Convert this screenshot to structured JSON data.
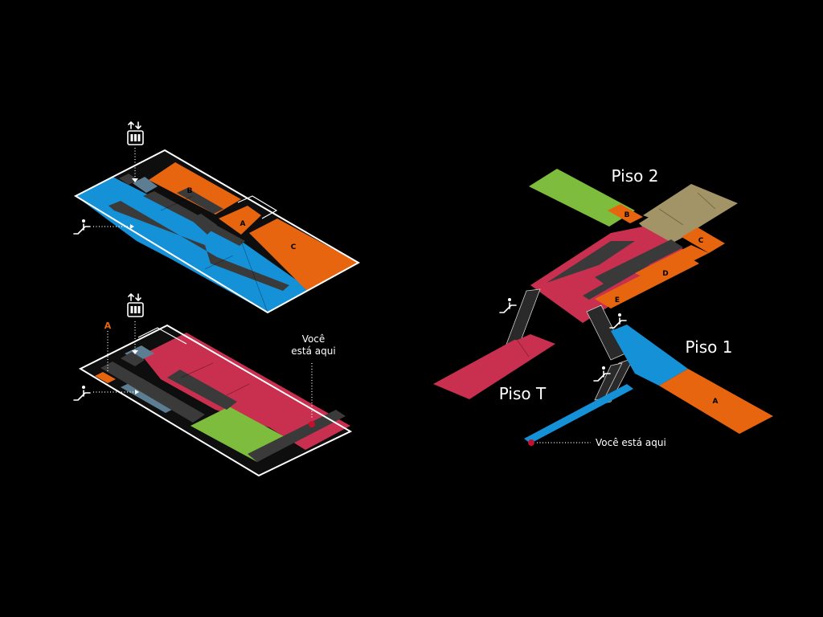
{
  "left_maps": {
    "upper": {
      "zones": [
        "B",
        "A",
        "C"
      ]
    },
    "lower": {
      "zone_A_label": "A",
      "here_line1": "Você",
      "here_line2": "está aqui"
    }
  },
  "right_map": {
    "floors": [
      "Piso 2",
      "Piso 1",
      "Piso T"
    ],
    "piso2_zones": [
      "B",
      "C",
      "D",
      "E"
    ],
    "piso1_zones": [
      "A"
    ],
    "here_label": "Você está aqui"
  },
  "colors": {
    "background": "#000000",
    "orange": "#e8650f",
    "blue": "#1591d8",
    "crimson": "#c9304f",
    "green": "#7dbc3c",
    "khaki": "#a39467",
    "slate": "#5d7e92",
    "dark_corridor": "#3a3a3a",
    "here_dot": "#c4102d"
  },
  "icons": [
    "elevator-icon",
    "escalator-icon",
    "you-are-here-marker"
  ]
}
